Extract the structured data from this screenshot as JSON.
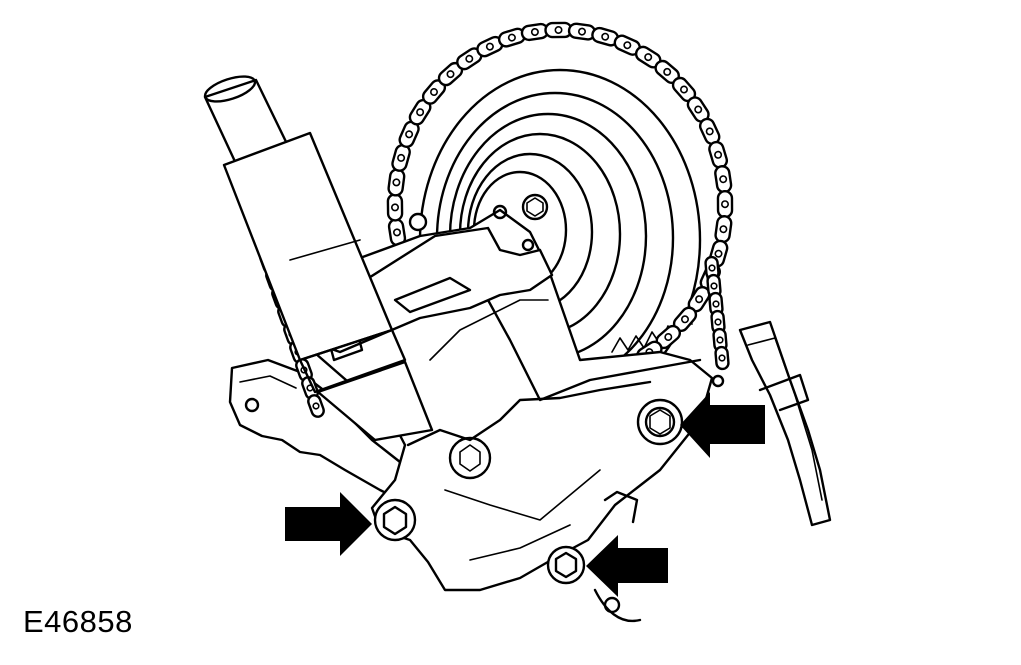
{
  "figure": {
    "id_label": "E46858",
    "background": "#ffffff",
    "line_color": "#000000",
    "callouts": [
      {
        "name": "arrow-upper-right-bolt",
        "points_to": "bolt-upper-right"
      },
      {
        "name": "arrow-left-bolt",
        "points_to": "bolt-left"
      },
      {
        "name": "arrow-lower-bolt",
        "points_to": "bolt-lower"
      }
    ]
  }
}
